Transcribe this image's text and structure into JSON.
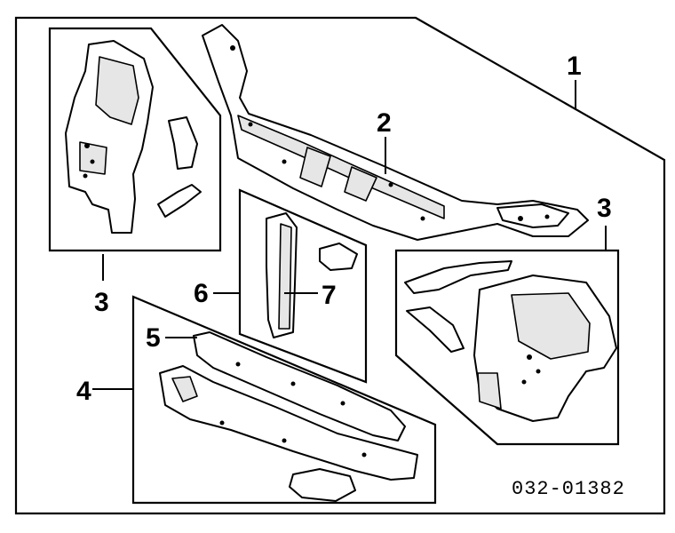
{
  "diagram": {
    "callouts": [
      {
        "id": "c1",
        "label": "1"
      },
      {
        "id": "c2",
        "label": "2"
      },
      {
        "id": "c3a",
        "label": "3"
      },
      {
        "id": "c3b",
        "label": "3"
      },
      {
        "id": "c3c",
        "label": "3"
      },
      {
        "id": "c4",
        "label": "4"
      },
      {
        "id": "c5",
        "label": "5"
      },
      {
        "id": "c6",
        "label": "6"
      },
      {
        "id": "c7",
        "label": "7"
      }
    ],
    "part_code": "032-01382"
  }
}
